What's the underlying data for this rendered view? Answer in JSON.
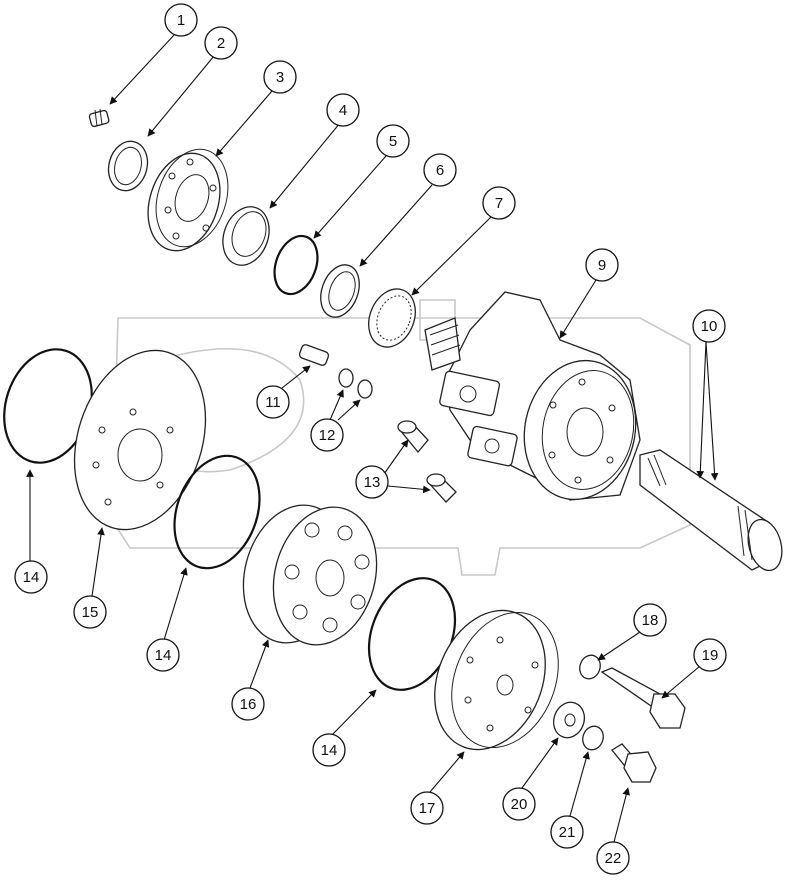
{
  "callouts": {
    "c1": "1",
    "c2": "2",
    "c3": "3",
    "c4": "4",
    "c5": "5",
    "c6": "6",
    "c7": "7",
    "c9": "9",
    "c10": "10",
    "c11": "11",
    "c12": "12",
    "c13": "13",
    "c14a": "14",
    "c14b": "14",
    "c14c": "14",
    "c15": "15",
    "c16": "16",
    "c17": "17",
    "c18": "18",
    "c19": "19",
    "c20": "20",
    "c21": "21",
    "c22": "22"
  },
  "colors": {
    "line": "#222222",
    "watermark": "#c8c8c8",
    "background": "#ffffff"
  }
}
